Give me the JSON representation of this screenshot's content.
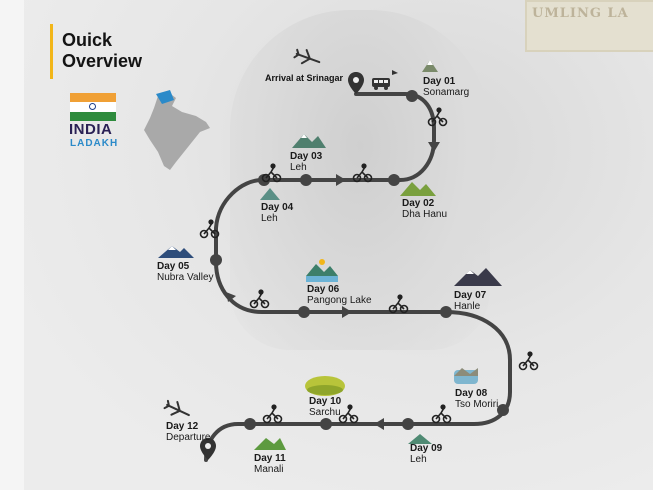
{
  "title": "Ouick\nOverview",
  "badge": {
    "country": "INDIA",
    "region": "LADAKH"
  },
  "background": {
    "sign_text": "UMLING LA"
  },
  "arrival": "Arrival at Srinagar",
  "stops": [
    {
      "day": "Day 01",
      "place": "Sonamarg"
    },
    {
      "day": "Day 02",
      "place": "Dha Hanu"
    },
    {
      "day": "Day 03",
      "place": "Leh"
    },
    {
      "day": "Day 04",
      "place": "Leh"
    },
    {
      "day": "Day 05",
      "place": "Nubra Valley"
    },
    {
      "day": "Day 06",
      "place": "Pangong Lake"
    },
    {
      "day": "Day 07",
      "place": "Hanle"
    },
    {
      "day": "Day 08",
      "place": "Tso Moriri"
    },
    {
      "day": "Day 09",
      "place": "Leh"
    },
    {
      "day": "Day 10",
      "place": "Sarchu"
    },
    {
      "day": "Day 11",
      "place": "Manali"
    },
    {
      "day": "Day 12",
      "place": "Departure"
    }
  ],
  "colors": {
    "route": "#444444",
    "accent": "#f2b619",
    "flag_saffron": "#f0a035",
    "flag_white": "#ffffff",
    "flag_green": "#2e8b3d",
    "india_text": "#2a2155",
    "ladakh_text": "#2b8ac9"
  },
  "icons": [
    "airplane-icon",
    "map-pin-icon",
    "bus-icon",
    "motorcycle-icon",
    "mountain-icon",
    "lake-icon",
    "grassland-icon",
    "india-map-icon"
  ]
}
